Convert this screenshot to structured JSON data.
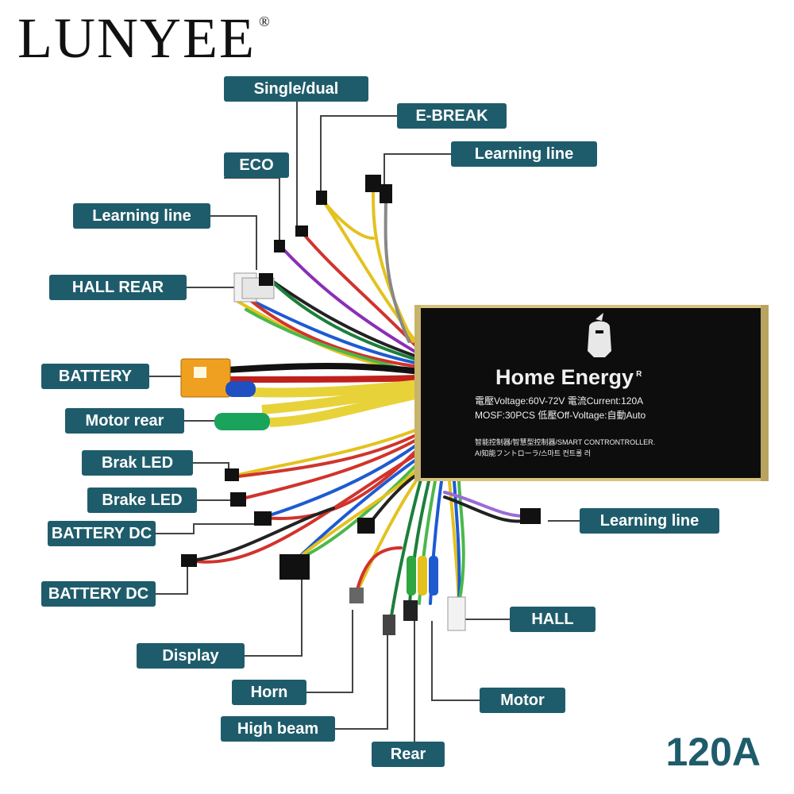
{
  "brand": {
    "name": "LUNYEE",
    "mark": "®"
  },
  "rating": "120A",
  "controller": {
    "brand_name": "Home Energy",
    "brand_mark": "R",
    "line1": "電壓Voltage:60V-72V 電流Current:120A",
    "line2": "MOSF:30PCS   低壓Off-Voltage:自動Auto",
    "line3": "智能控制器/智慧型控制器/SMART CONTRONTROLLER.",
    "line4": "AI知能フントローラ/스마트 컨트롤 러"
  },
  "labels": {
    "single_dual": "Single/dual",
    "e_break": "E-BREAK",
    "learning_line_top": "Learning line",
    "eco": "ECO",
    "learning_line_left": "Learning line",
    "hall_rear": "HALL REAR",
    "battery": "BATTERY",
    "motor_rear": "Motor rear",
    "brak_led": "Brak LED",
    "brake_led": "Brake LED",
    "battery_dc_1": "BATTERY DC",
    "battery_dc_2": "BATTERY DC",
    "display": "Display",
    "horn": "Horn",
    "high_beam": "High beam",
    "rear": "Rear",
    "motor": "Motor",
    "hall": "HALL",
    "learning_line_right": "Learning line"
  },
  "colors": {
    "label_bg": "#1f5c6b",
    "controller_body": "#0d0d0d",
    "battery_connector": "#f0a020"
  }
}
